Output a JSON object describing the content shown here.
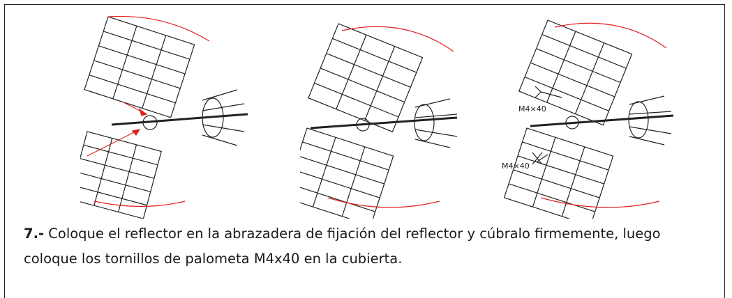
{
  "figures": [
    {
      "id": "step-a",
      "icon": "reflector-insertion-illustration"
    },
    {
      "id": "step-b",
      "icon": "reflector-mounted-illustration"
    },
    {
      "id": "step-c",
      "icon": "wingnut-screws-illustration",
      "labels": [
        "M4×40",
        "M4×40"
      ]
    }
  ],
  "caption": {
    "step_number": "7.-",
    "text": " Coloque el reflector en la abrazadera de fijación del reflector y cúbralo firmemente, luego coloque los tornillos de palometa M4x40 en la cubierta."
  },
  "colors": {
    "line": "#222222",
    "accent": "#e02020"
  }
}
